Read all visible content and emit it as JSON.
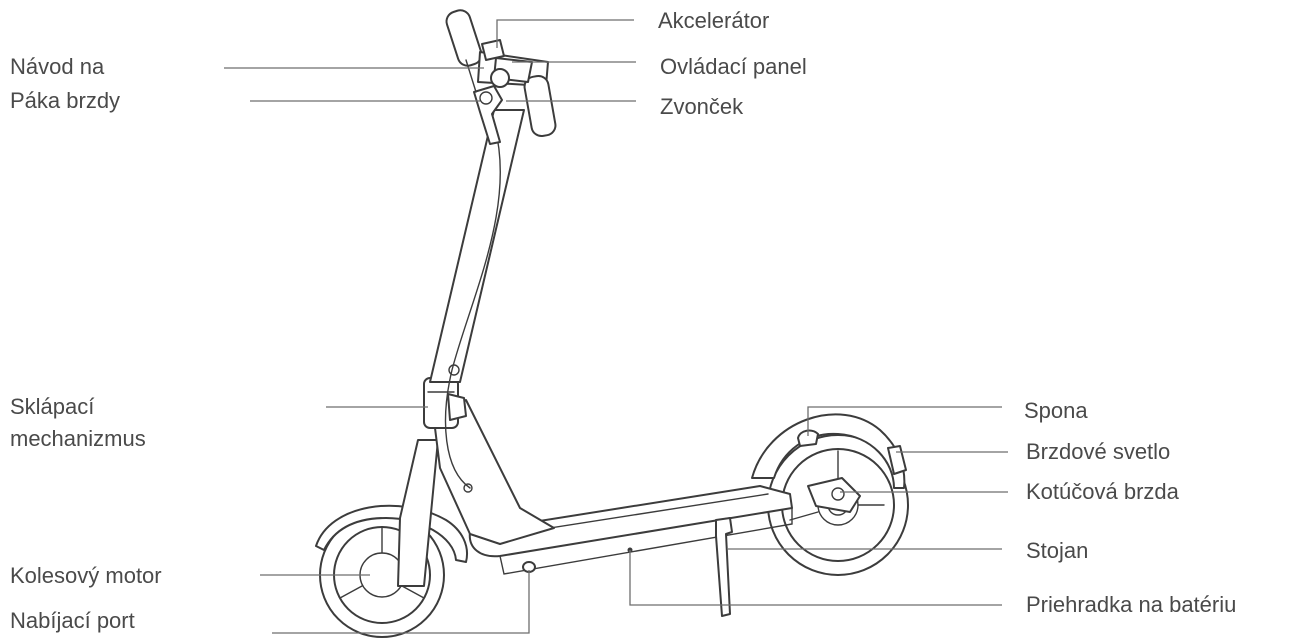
{
  "labels": {
    "accelerator": "Akcelerátor",
    "control_panel": "Ovládací panel",
    "bell": "Zvonček",
    "manual_line1": "Návod na",
    "brake_lever": "Páka brzdy",
    "folding_line1": "Sklápací",
    "folding_line2": "mechanizmus",
    "hub_motor": "Kolesový motor",
    "charging_port": "Nabíjací port",
    "clasp": "Spona",
    "brake_light": "Brzdové svetlo",
    "disc_brake": "Kotúčová brzda",
    "kickstand": "Stojan",
    "battery_compartment": "Priehradka na batériu"
  }
}
